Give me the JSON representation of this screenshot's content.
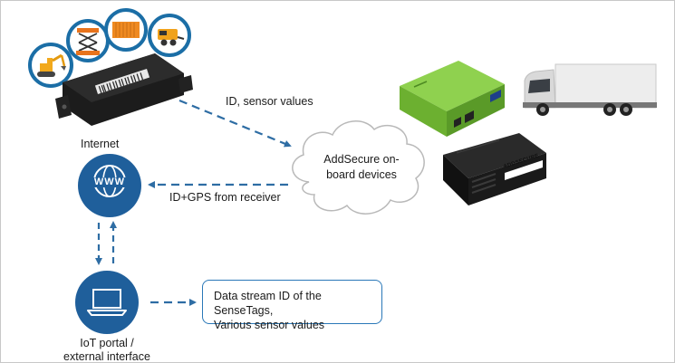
{
  "labels": {
    "sensor_link": "ID, sensor values",
    "internet": "Internet",
    "www": "WWW",
    "cloud_line1": "AddSecure on-",
    "cloud_line2": "board devices",
    "gps_link": "ID+GPS from receiver",
    "portal_line1": "IoT portal /",
    "portal_line2": "external interface",
    "stream_line1": "Data stream ID of the SenseTags,",
    "stream_line2": "Various sensor values",
    "device_brand": "ADDSECURE"
  },
  "icons": {
    "globe": "globe-icon",
    "laptop": "laptop-icon",
    "excavator": "excavator-icon",
    "scissor_lift": "scissor-lift-icon",
    "container": "container-icon",
    "compressor": "compressor-icon"
  },
  "colors": {
    "accent_blue": "#1f5f9b",
    "ring_blue": "#1b6ea6",
    "arrow_blue": "#2e6da4",
    "device_green": "#7cc242",
    "box_border": "#2a78b8"
  }
}
